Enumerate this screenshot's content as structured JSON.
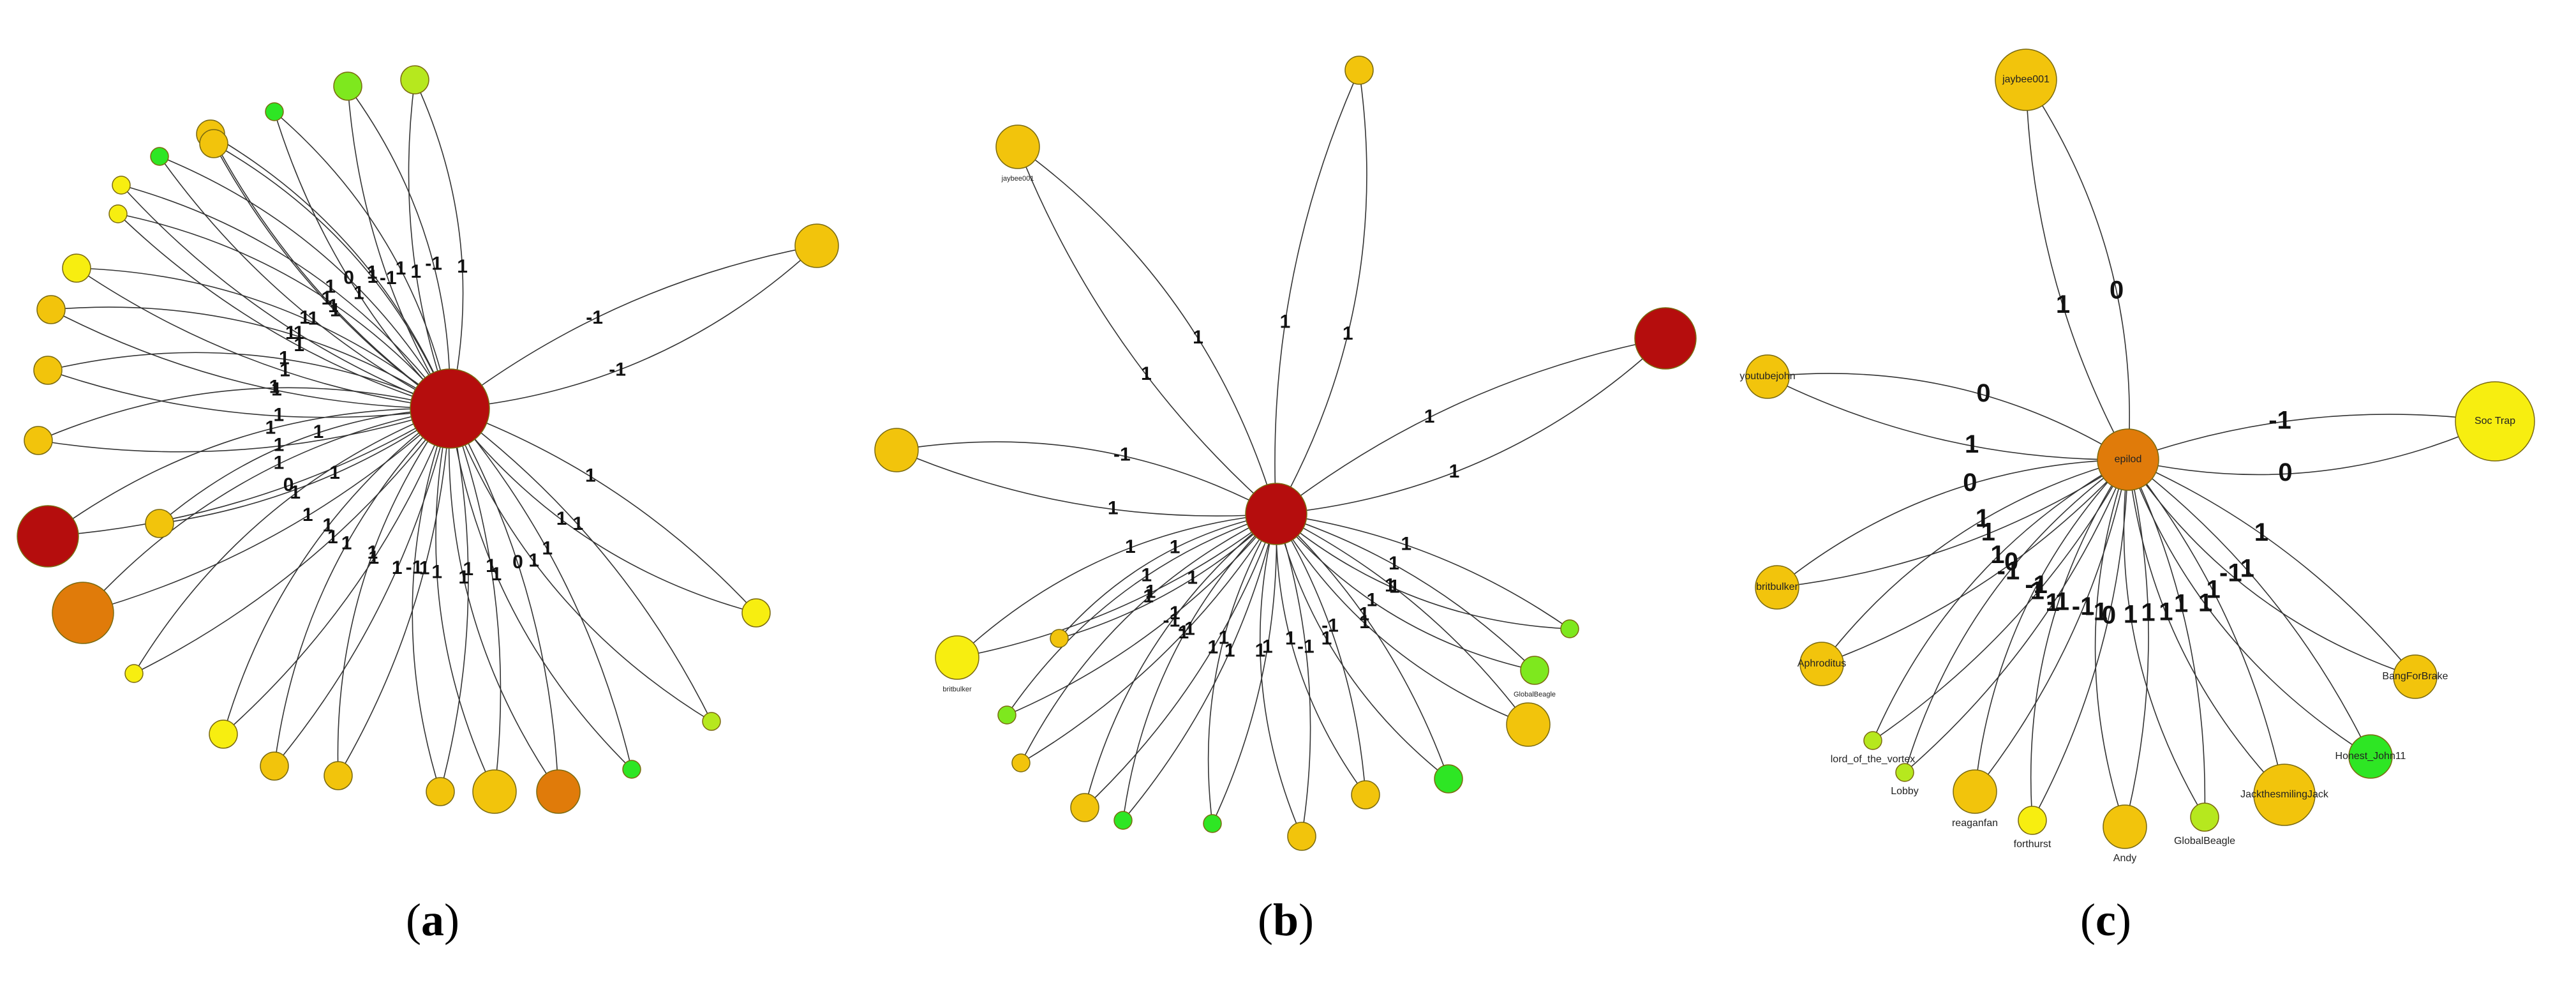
{
  "colors": {
    "red": "#b50d0d",
    "dark_orange": "#e07b0a",
    "orange": "#f2a20e",
    "gold": "#f2c40c",
    "yellow": "#f7ee10",
    "yellow_green": "#b6e81e",
    "light_green": "#7ee81e",
    "green": "#2ee624",
    "edge": "#333333",
    "edge_label": "#111111"
  },
  "panels": [
    {
      "caption": "a",
      "nodes": [
        {
          "label": "",
          "color": "red",
          "size": 5
        },
        {
          "label": "",
          "color": "gold",
          "size": 3
        },
        {
          "label": "",
          "color": "red",
          "size": 4
        },
        {
          "label": "",
          "color": "dark_orange",
          "size": 4
        },
        {
          "label": "",
          "color": "gold",
          "size": 2
        },
        {
          "label": "",
          "color": "gold",
          "size": 2
        },
        {
          "label": "",
          "color": "gold",
          "size": 2
        },
        {
          "label": "",
          "color": "yellow",
          "size": 2
        },
        {
          "label": "",
          "color": "yellow",
          "size": 1
        },
        {
          "label": "",
          "color": "yellow",
          "size": 1
        },
        {
          "label": "",
          "color": "green",
          "size": 1
        },
        {
          "label": "",
          "color": "gold",
          "size": 2
        },
        {
          "label": "",
          "color": "green",
          "size": 1
        },
        {
          "label": "",
          "color": "light_green",
          "size": 2
        },
        {
          "label": "",
          "color": "yellow_green",
          "size": 2
        },
        {
          "label": "",
          "color": "gold",
          "size": 2
        },
        {
          "label": "",
          "color": "gold",
          "size": 2
        },
        {
          "label": "",
          "color": "yellow",
          "size": 1
        },
        {
          "label": "",
          "color": "yellow_green",
          "size": 1
        },
        {
          "label": "",
          "color": "green",
          "size": 1
        },
        {
          "label": "",
          "color": "yellow",
          "size": 2
        },
        {
          "label": "",
          "color": "dark_orange",
          "size": 3
        },
        {
          "label": "",
          "color": "gold",
          "size": 3
        },
        {
          "label": "",
          "color": "gold",
          "size": 2
        },
        {
          "label": "",
          "color": "gold",
          "size": 2
        },
        {
          "label": "",
          "color": "yellow",
          "size": 2
        },
        {
          "label": "",
          "color": "gold",
          "size": 2
        }
      ],
      "edge_labels": [
        "-1",
        "-1",
        "0",
        "1",
        "1",
        "1",
        "1",
        "1",
        "1",
        "1",
        "1",
        "1",
        "1",
        "1",
        "1",
        "1",
        "1",
        "1",
        "1",
        "0",
        "1",
        "1",
        "1",
        "1",
        "-1",
        "-1",
        "1",
        "1",
        "1",
        "1",
        "1",
        "1",
        "1",
        "1",
        "1",
        "1",
        "1",
        "1",
        "1",
        "1",
        "0",
        "1",
        "1",
        "1",
        "1",
        "-1",
        "1",
        "1",
        "1",
        "1",
        "1",
        "1",
        "1",
        "1",
        "1",
        "1",
        "1",
        "1",
        "-1",
        "-1",
        "1",
        "1",
        "1",
        "1",
        "1",
        "0",
        "1",
        "1",
        "1",
        "1"
      ]
    },
    {
      "caption": "b",
      "nodes": [
        {
          "label": "",
          "color": "red",
          "size": 4
        },
        {
          "label": "jaybee001",
          "color": "gold",
          "size": 3
        },
        {
          "label": "",
          "color": "gold",
          "size": 2
        },
        {
          "label": "",
          "color": "red",
          "size": 4
        },
        {
          "label": "",
          "color": "gold",
          "size": 3
        },
        {
          "label": "britbulker",
          "color": "yellow",
          "size": 3
        },
        {
          "label": "",
          "color": "gold",
          "size": 1
        },
        {
          "label": "",
          "color": "light_green",
          "size": 1
        },
        {
          "label": "",
          "color": "gold",
          "size": 1
        },
        {
          "label": "",
          "color": "gold",
          "size": 2
        },
        {
          "label": "",
          "color": "green",
          "size": 1
        },
        {
          "label": "",
          "color": "green",
          "size": 1
        },
        {
          "label": "",
          "color": "gold",
          "size": 2
        },
        {
          "label": "",
          "color": "gold",
          "size": 2
        },
        {
          "label": "",
          "color": "green",
          "size": 2
        },
        {
          "label": "",
          "color": "gold",
          "size": 3
        },
        {
          "label": "GlobalBeagle",
          "color": "light_green",
          "size": 2
        },
        {
          "label": "",
          "color": "light_green",
          "size": 1
        }
      ],
      "edge_labels": [
        "1",
        "1",
        "1",
        "1",
        "1",
        "1",
        "1",
        "-1",
        "1",
        "1",
        "1",
        "1",
        "1",
        "1",
        "1",
        "1",
        "1",
        "-1",
        "1",
        "-1",
        "1",
        "1",
        "-1",
        "1",
        "-1",
        "1",
        "1",
        "1",
        "1",
        "1",
        "1",
        "1",
        "1",
        "1",
        "1",
        "1",
        "1",
        "1",
        "-1",
        "-1",
        "1",
        "1",
        "1",
        "1",
        "1",
        "1",
        "1",
        "-1",
        "1",
        "-1",
        "-1",
        "-1",
        "1",
        "1",
        "1",
        "1",
        "1",
        "1",
        "1",
        "1",
        "1",
        "1",
        "-1",
        "1",
        "1",
        "1",
        "1",
        "1",
        "1",
        "1",
        "1"
      ]
    },
    {
      "caption": "c",
      "nodes": [
        {
          "label": "jaybee001",
          "color": "gold",
          "size": 4
        },
        {
          "label": "youtubejohn",
          "color": "gold",
          "size": 3
        },
        {
          "label": "epilod",
          "color": "dark_orange",
          "size": 4
        },
        {
          "label": "Soc Trap",
          "color": "yellow",
          "size": 5
        },
        {
          "label": "britbulker",
          "color": "gold",
          "size": 3
        },
        {
          "label": "Aphroditus",
          "color": "gold",
          "size": 3
        },
        {
          "label": "lord_of_the_vortex",
          "color": "yellow_green",
          "size": 1
        },
        {
          "label": "Lobby",
          "color": "yellow_green",
          "size": 1
        },
        {
          "label": "reaganfan",
          "color": "gold",
          "size": 3
        },
        {
          "label": "forthurst",
          "color": "yellow",
          "size": 2
        },
        {
          "label": "Andy",
          "color": "gold",
          "size": 3
        },
        {
          "label": "GlobalBeagle",
          "color": "yellow_green",
          "size": 2
        },
        {
          "label": "JackthesmilingJack",
          "color": "gold",
          "size": 4
        },
        {
          "label": "Honest_John11",
          "color": "green",
          "size": 3
        },
        {
          "label": "BangForBrake",
          "color": "gold",
          "size": 3
        }
      ],
      "edge_labels": [
        "1",
        "0",
        "1",
        "0",
        "-1",
        "0",
        "1",
        "0",
        "0",
        "1",
        "1",
        "1",
        "1",
        "-1",
        "-1",
        "-1",
        "0",
        "-1",
        "1",
        "-1",
        "1",
        "1",
        "1",
        "1",
        "1",
        "1",
        "1",
        "-1",
        "1",
        "1",
        "0",
        "-1",
        "0",
        "-1",
        "-1",
        "0",
        "-1",
        "-1",
        "1",
        "-1",
        "-1",
        "1",
        "1",
        "-1",
        "-1",
        "1",
        "-1",
        "-1",
        "0",
        "0",
        "1",
        "1"
      ]
    }
  ]
}
